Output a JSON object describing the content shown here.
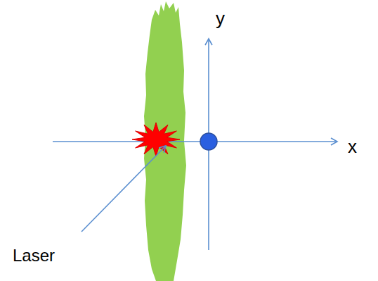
{
  "diagram": {
    "labels": [
      "y",
      "x",
      "Laser"
    ]
  }
}
